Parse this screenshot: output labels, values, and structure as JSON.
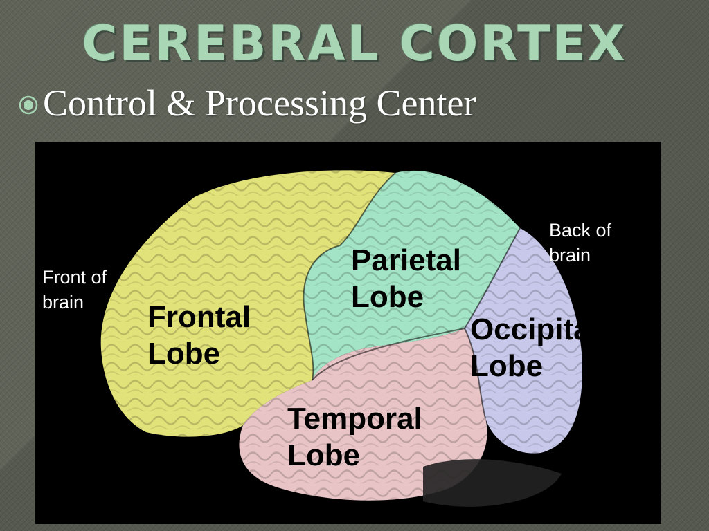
{
  "slide": {
    "title": "Cerebral Cortex",
    "bullet": "Control & Processing Center"
  },
  "figure": {
    "front_label": [
      "Front of",
      "brain"
    ],
    "back_label": [
      "Back of",
      "brain"
    ],
    "lobes": [
      {
        "name": "frontal",
        "line1": "Frontal",
        "line2": "Lobe",
        "color": "#e2e27a"
      },
      {
        "name": "parietal",
        "line1": "Parietal",
        "line2": "Lobe",
        "color": "#a4e4c6"
      },
      {
        "name": "occipital",
        "line1": "Occipital",
        "line2": "Lobe",
        "color": "#c7c8ea"
      },
      {
        "name": "temporal",
        "line1": "Temporal",
        "line2": "Lobe",
        "color": "#e8c4c6"
      }
    ]
  }
}
